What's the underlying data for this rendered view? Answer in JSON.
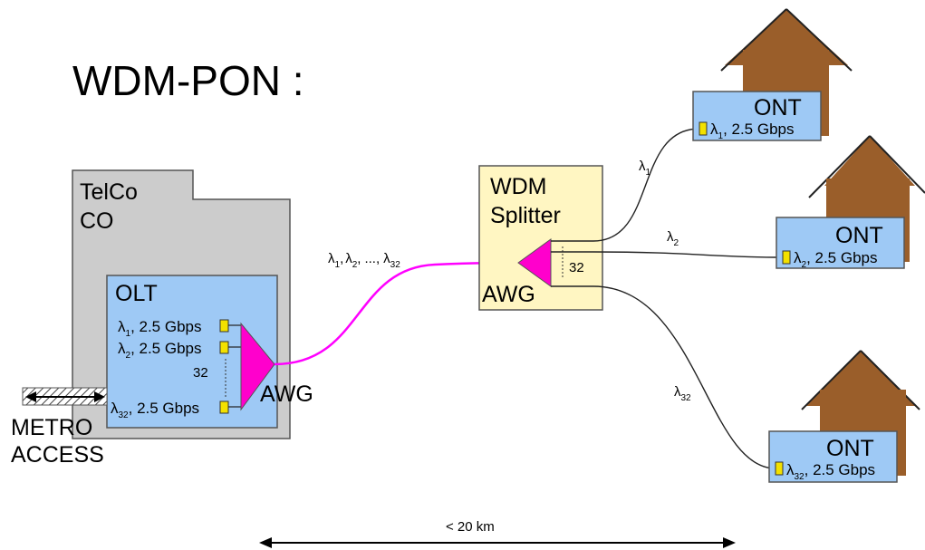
{
  "title": "WDM-PON :",
  "telco": {
    "line1": "TelCo",
    "line2": "CO"
  },
  "olt": {
    "label": "OLT",
    "channels": [
      {
        "lambda": "λ",
        "sub": "1",
        "rate": ", 2.5 Gbps"
      },
      {
        "lambda": "λ",
        "sub": "2",
        "rate": ", 2.5 Gbps"
      },
      {
        "lambda": "λ",
        "sub": "32",
        "rate": ", 2.5 Gbps"
      }
    ],
    "count": "32",
    "awg_label": "AWG"
  },
  "metro_access": {
    "line1": "METRO",
    "line2": "ACCESS"
  },
  "trunk": {
    "label": "λ1, λ2, ..., λ32",
    "l": "λ",
    "s1": "1",
    "s2": "2",
    "s32": "32",
    "sep": ",",
    "dots": "...,"
  },
  "splitter": {
    "line1": "WDM",
    "line2": "Splitter",
    "count": "32",
    "awg_label": "AWG"
  },
  "drops": [
    {
      "lambda": "λ",
      "sub": "1"
    },
    {
      "lambda": "λ",
      "sub": "2"
    },
    {
      "lambda": "λ",
      "sub": "32"
    }
  ],
  "onts": [
    {
      "label": "ONT",
      "lambda": "λ",
      "sub": "1",
      "rate": ", 2.5 Gbps"
    },
    {
      "label": "ONT",
      "lambda": "λ",
      "sub": "2",
      "rate": ", 2.5 Gbps"
    },
    {
      "label": "ONT",
      "lambda": "λ",
      "sub": "32",
      "rate": ", 2.5 Gbps"
    }
  ],
  "distance": "< 20 km",
  "colors": {
    "fiber": "#ff00ff",
    "awg": "#ff00cc",
    "box_blue": "#9ec9f5",
    "telco_gray": "#cccccc",
    "splitter_yellow": "#fff6c2",
    "house_brown": "#9a5e2a",
    "port_yellow": "#f3e100"
  }
}
